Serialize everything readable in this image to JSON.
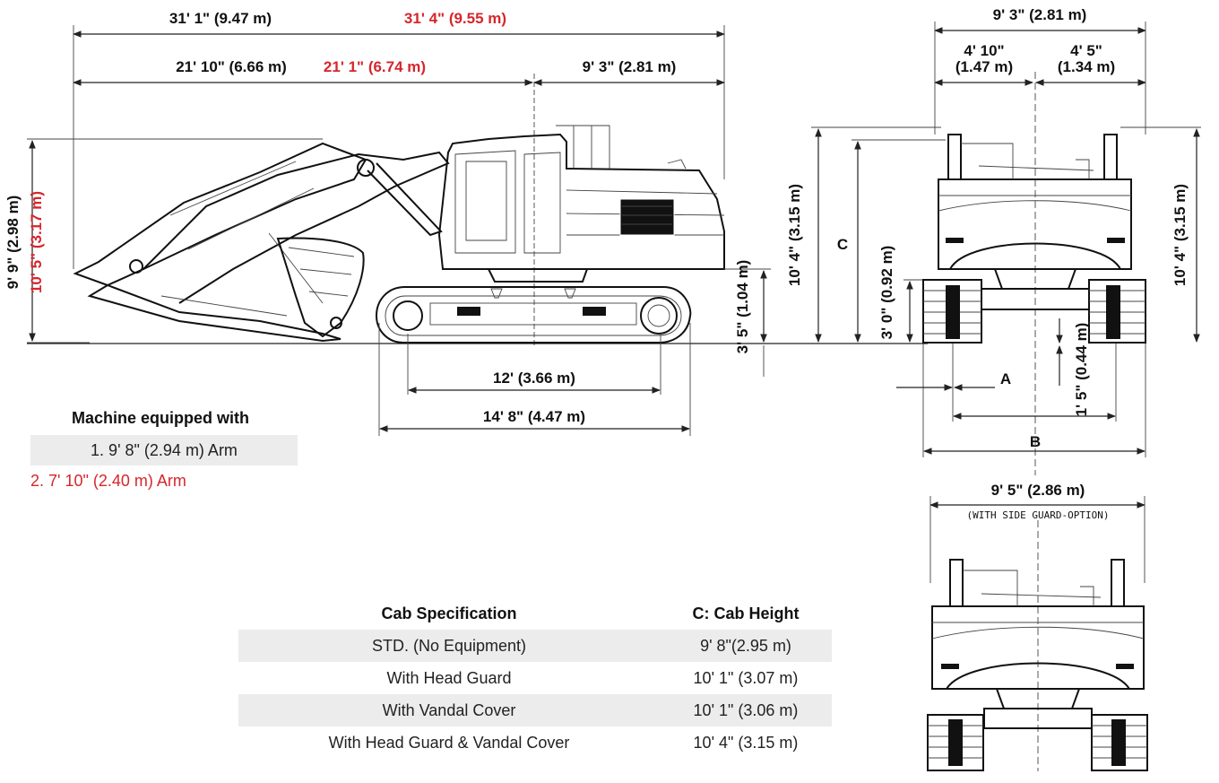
{
  "top_dimensions": {
    "overall_length_1": "31' 1\" (9.47 m)",
    "overall_length_2": "31' 4\" (9.55 m)",
    "boom_reach_1": "21' 10\" (6.66 m)",
    "boom_reach_2": "21' 1\" (6.74 m)",
    "tail_length": "9' 3\" (2.81 m)"
  },
  "side_dimensions": {
    "height_1": "9' 9\" (2.98 m)",
    "height_2": "10' 5\" (3.17 m)",
    "overall_height": "10' 4\" (3.15 m)",
    "counterweight_clearance": "3' 5\" (1.04 m)",
    "tumbler_distance": "12' (3.66 m)",
    "track_length": "14' 8\" (4.47 m)"
  },
  "front_view": {
    "overall_width": "9' 3\" (2.81 m)",
    "width_left": "4' 10\"",
    "width_left_m": "(1.47 m)",
    "width_right": "4' 5\"",
    "width_right_m": "(1.34 m)",
    "height_left": "10' 4\" (3.15 m)",
    "height_right": "10' 4\" (3.15 m)",
    "label_c": "C",
    "label_a": "A",
    "label_b": "B",
    "undercarriage_height": "3' 0\" (0.92 m)",
    "ground_clearance": "1' 5\" (0.44 m)"
  },
  "side_guard_view": {
    "width": "9' 5\" (2.86 m)",
    "note": "(WITH SIDE GUARD-OPTION)"
  },
  "equipment": {
    "title": "Machine equipped with",
    "items": [
      "1. 9' 8\" (2.94 m) Arm",
      "2. 7' 10\" (2.40 m) Arm"
    ]
  },
  "cab_table": {
    "headers": [
      "Cab Specification",
      "C: Cab Height"
    ],
    "rows": [
      [
        "STD. (No Equipment)",
        "9' 8\"(2.95 m)"
      ],
      [
        "With Head Guard",
        "10' 1\" (3.07 m)"
      ],
      [
        "With Vandal Cover",
        "10' 1\" (3.06 m)"
      ],
      [
        "With Head Guard & Vandal Cover",
        "10' 4\" (3.15 m)"
      ]
    ]
  },
  "colors": {
    "accent_red": "#d6262b",
    "line": "#111111",
    "row_shade": "#ececec"
  }
}
